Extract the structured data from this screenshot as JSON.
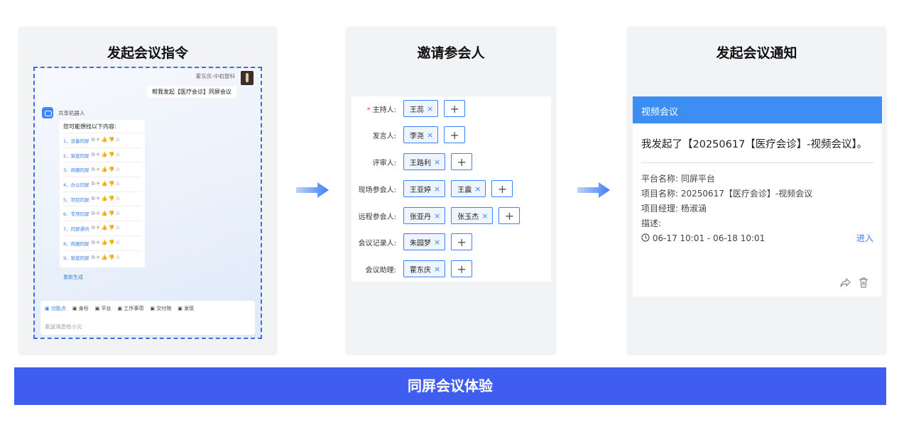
{
  "panels": {
    "p1_title": "发起会议指令",
    "p2_title": "邀请参会人",
    "p3_title": "发起会议通知"
  },
  "chat": {
    "user_name": "霍东庆-中机智科",
    "user_message": "帮我发起【医疗会诊】同屏会议",
    "bot_name": "共享机器人",
    "bot_intro": "您可能想找以下内容:",
    "suggestions": [
      "1、设备同屏",
      "2、家庭同屏",
      "3、商圈同屏",
      "4、办公同屏",
      "5、项目同屏",
      "6、专项同屏",
      "7、同屏通讯",
      "8、商圈同屏",
      "9、家庭同屏"
    ],
    "regenerate": "重新生成",
    "toolbar": [
      "功能点",
      "身份",
      "平台",
      "工作事项",
      "交付物",
      "发现"
    ],
    "input_placeholder": "发送消息给小元"
  },
  "invite": {
    "rows": [
      {
        "label": "主持人:",
        "required": true,
        "people": [
          "王蕊"
        ]
      },
      {
        "label": "发言人:",
        "required": false,
        "people": [
          "李尧"
        ]
      },
      {
        "label": "评审人:",
        "required": false,
        "people": [
          "王路利"
        ]
      },
      {
        "label": "现场参会人:",
        "required": false,
        "people": [
          "王亚婷",
          "王震"
        ]
      },
      {
        "label": "远程参会人:",
        "required": false,
        "people": [
          "张亚丹",
          "张玉杰"
        ]
      },
      {
        "label": "会议记录人:",
        "required": false,
        "people": [
          "朱园梦"
        ]
      },
      {
        "label": "会议助理:",
        "required": false,
        "people": [
          "霍东庆"
        ]
      }
    ],
    "required_mark": "*",
    "remove_icon": "×",
    "add_icon": "+"
  },
  "notice": {
    "header": "视频会议",
    "title": "我发起了【20250617【医疗会诊】-视频会议】。",
    "platform": "平台名称: 同屏平台",
    "project": "项目名称: 20250617【医疗会诊】-视频会议",
    "manager": "项目经理: 杨淑涵",
    "desc": "描述:",
    "time": "06-17 10:01 - 06-18 10:01",
    "enter": "进入"
  },
  "banner": "同屏会议体验",
  "colors": {
    "accent": "#3f5ef0",
    "tag_border": "#3b82f6",
    "notice_header": "#3d8ef3"
  }
}
